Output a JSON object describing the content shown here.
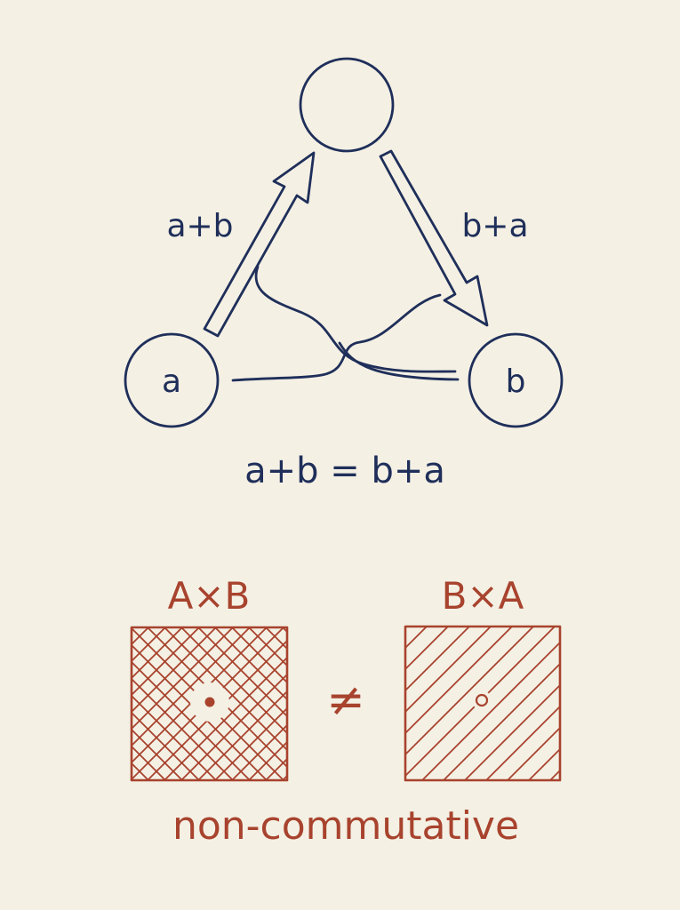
{
  "diagram": {
    "edge_left_label": "a+b",
    "edge_right_label": "b+a",
    "node_left_label": "a",
    "node_right_label": "b",
    "node_top_label": "",
    "equation": "a+b = b+a"
  },
  "matrices": {
    "left_label": "A×B",
    "right_label": "B×A",
    "not_equal_symbol": "≠",
    "caption": "non-commutative"
  },
  "colors": {
    "navy": "#1f2f5a",
    "rust": "#a8432e",
    "paper": "#f4f0e4"
  }
}
